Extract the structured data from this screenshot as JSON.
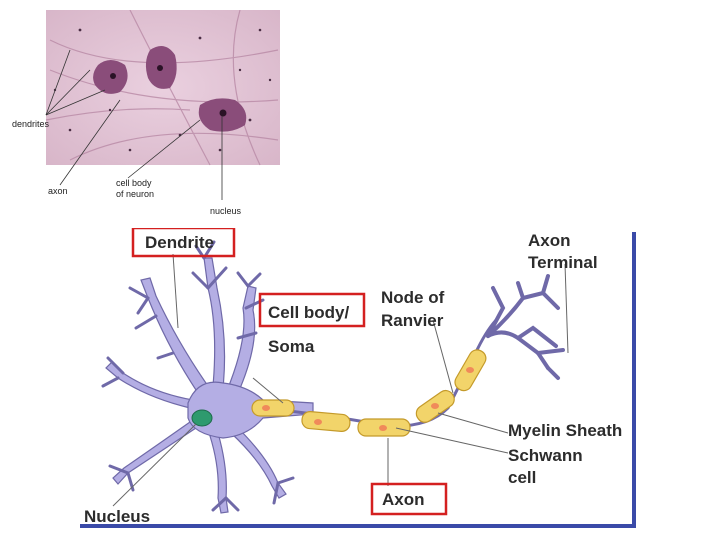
{
  "micrograph": {
    "labels": {
      "dendrites": "dendrites",
      "axon": "axon",
      "cell_body_line1": "cell body",
      "cell_body_line2": "of neuron",
      "nucleus": "nucleus"
    }
  },
  "neuron_diagram": {
    "labels": {
      "dendrite": "Dendrite",
      "cell_body_line1": "Cell body/",
      "cell_body_line2": "Soma",
      "node_line1": "Node of",
      "node_line2": "Ranvier",
      "axon_terminal_line1": "Axon",
      "axon_terminal_line2": "Terminal",
      "myelin_sheath": "Myelin Sheath",
      "schwann_line1": "Schwann",
      "schwann_line2": "cell",
      "axon": "Axon",
      "nucleus": "Nucleus"
    },
    "colors": {
      "cell": "#b4aee4",
      "cell_outline": "#6f69a8",
      "myelin": "#f2d46a",
      "myelin_outline": "#c49a2a",
      "schwann_nucleus": "#f08a5a",
      "soma_nucleus": "#2e9a6e",
      "highlight_box": "#d42020",
      "frame": "#3a4aa8"
    }
  }
}
